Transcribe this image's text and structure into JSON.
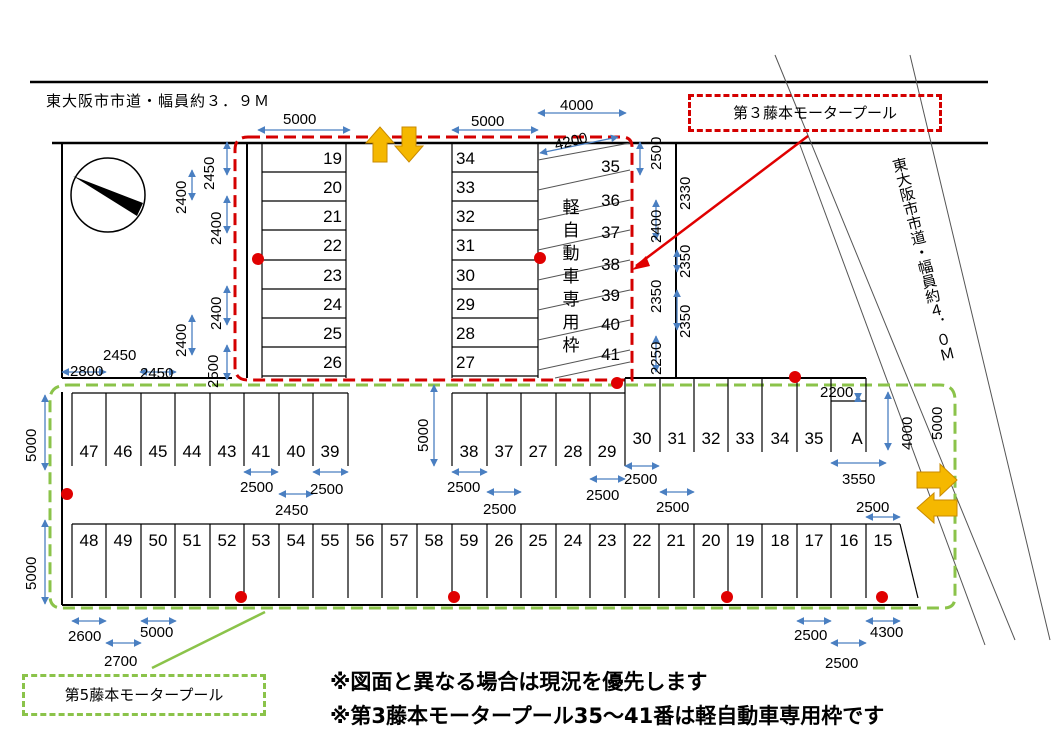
{
  "roads": {
    "top": "東大阪市市道・幅員約３．９Ｍ",
    "right": "東大阪市市道・幅員約４．０Ｍ"
  },
  "lots": {
    "pool3": "第３藤本モータープール",
    "pool5": "第5藤本モータープール",
    "kei_label": [
      "軽",
      "自",
      "動",
      "車",
      "専",
      "用",
      "枠"
    ]
  },
  "notes": [
    "※図面と異なる場合は現況を優先します",
    "※第3藤本モータープール35～41番は軽自動車専用枠です"
  ],
  "spaces": {
    "col_a": [
      "19",
      "20",
      "21",
      "22",
      "23",
      "24",
      "25",
      "26"
    ],
    "col_b": [
      "34",
      "33",
      "32",
      "31",
      "30",
      "29",
      "28",
      "27"
    ],
    "col_c": [
      "35",
      "36",
      "37",
      "38",
      "39",
      "40",
      "41"
    ],
    "mid_left": [
      "47",
      "46",
      "45",
      "44",
      "43",
      "41",
      "40",
      "39"
    ],
    "mid_center": [
      "38",
      "37",
      "27",
      "28",
      "29"
    ],
    "mid_right": [
      "30",
      "31",
      "32",
      "33",
      "34",
      "35",
      "A"
    ],
    "bottom": [
      "48",
      "49",
      "50",
      "51",
      "52",
      "53",
      "54",
      "55",
      "56",
      "57",
      "58",
      "59",
      "26",
      "25",
      "24",
      "23",
      "22",
      "21",
      "20",
      "19",
      "18",
      "17",
      "16",
      "15"
    ]
  },
  "dims": {
    "d5000_top_a": "5000",
    "d5000_top_b": "5000",
    "d4000_top": "4000",
    "d4200": "4200",
    "d2500_v_top": "2500",
    "d2450_v": "2450",
    "d2400_a": "2400",
    "d2400_b": "2400",
    "d2400_c": "2400",
    "d2400_d": "2400",
    "d2400_e": "2400",
    "d2330": "2330",
    "d2350_a": "2350",
    "d2350_b": "2350",
    "d2350_c": "2350",
    "d2250": "2250",
    "d2500_v_left": "2500",
    "d2450_a": "2450",
    "d2450_b": "2450",
    "d2800": "2800",
    "d2200": "2200",
    "d4000_right": "4000",
    "d5000_right": "5000",
    "d5000_left_a": "5000",
    "d5000_left_b": "5000",
    "d5000_mid": "5000",
    "d2500_a": "2500",
    "d2500_b": "2500",
    "d2450_c": "2450",
    "d2500_c": "2500",
    "d2500_d": "2500",
    "d2500_e": "2500",
    "d2500_f": "2500",
    "d2500_g": "2500",
    "d3550": "3550",
    "d2500_h": "2500",
    "d2600": "2600",
    "d5000_bot": "5000",
    "d2700": "2700",
    "d2500_i": "2500",
    "d4300": "4300",
    "d2500_j": "2500"
  },
  "colors": {
    "red_dash": "#d40000",
    "green_dash": "#8bc34a",
    "dim_arrow": "#4a7fc1",
    "entry_arrow": "#f5b800",
    "marker": "#e00000"
  }
}
